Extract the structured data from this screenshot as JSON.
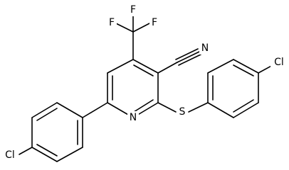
{
  "structure": {
    "atoms": {
      "f_left": "F",
      "f_top": "F",
      "f_right": "F",
      "n_nitrile": "N",
      "n_ring": "N",
      "s_thioether": "S",
      "cl_right": "Cl",
      "cl_left": "Cl"
    }
  }
}
